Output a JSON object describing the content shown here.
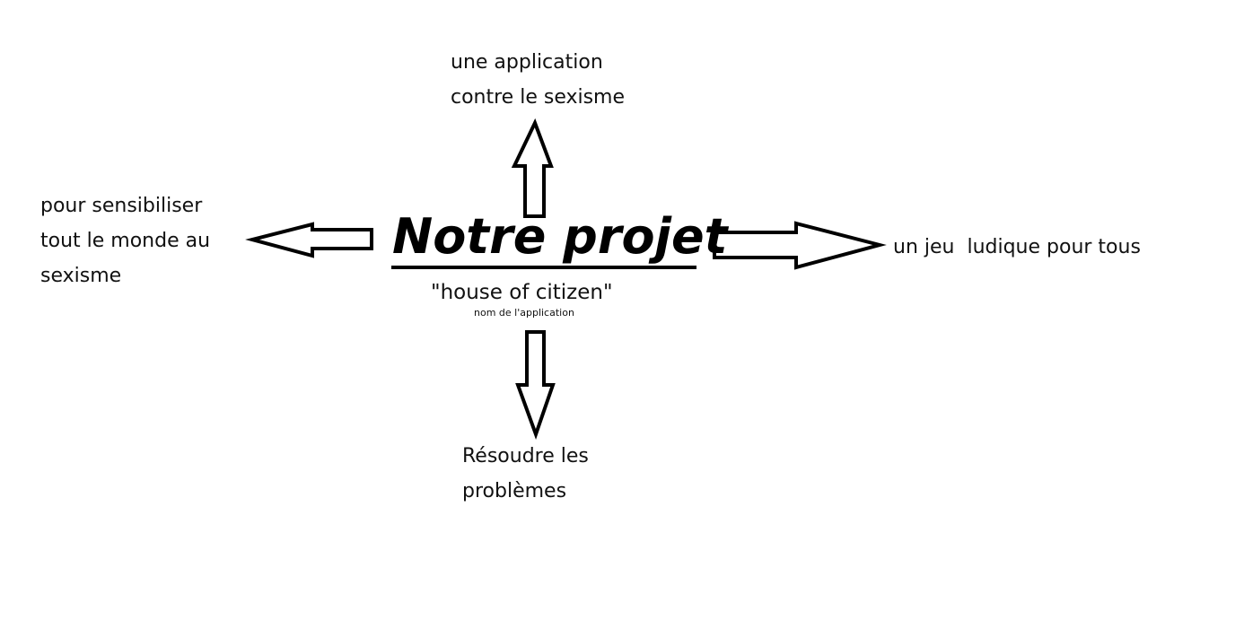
{
  "center": {
    "title": "Notre projet",
    "subtitle": "\"house of citizen\"",
    "caption": "nom de l'application"
  },
  "nodes": {
    "top": {
      "lines": [
        "une application",
        "contre le sexisme"
      ]
    },
    "left": {
      "lines": [
        "pour sensibiliser",
        "tout le monde au",
        "sexisme"
      ]
    },
    "right": {
      "lines": [
        "un jeu  ludique pour tous"
      ]
    },
    "bottom": {
      "lines": [
        "Résoudre les",
        "problèmes"
      ]
    }
  },
  "colors": {
    "background": "#ffffff",
    "stroke": "#000000",
    "text": "#111111"
  }
}
